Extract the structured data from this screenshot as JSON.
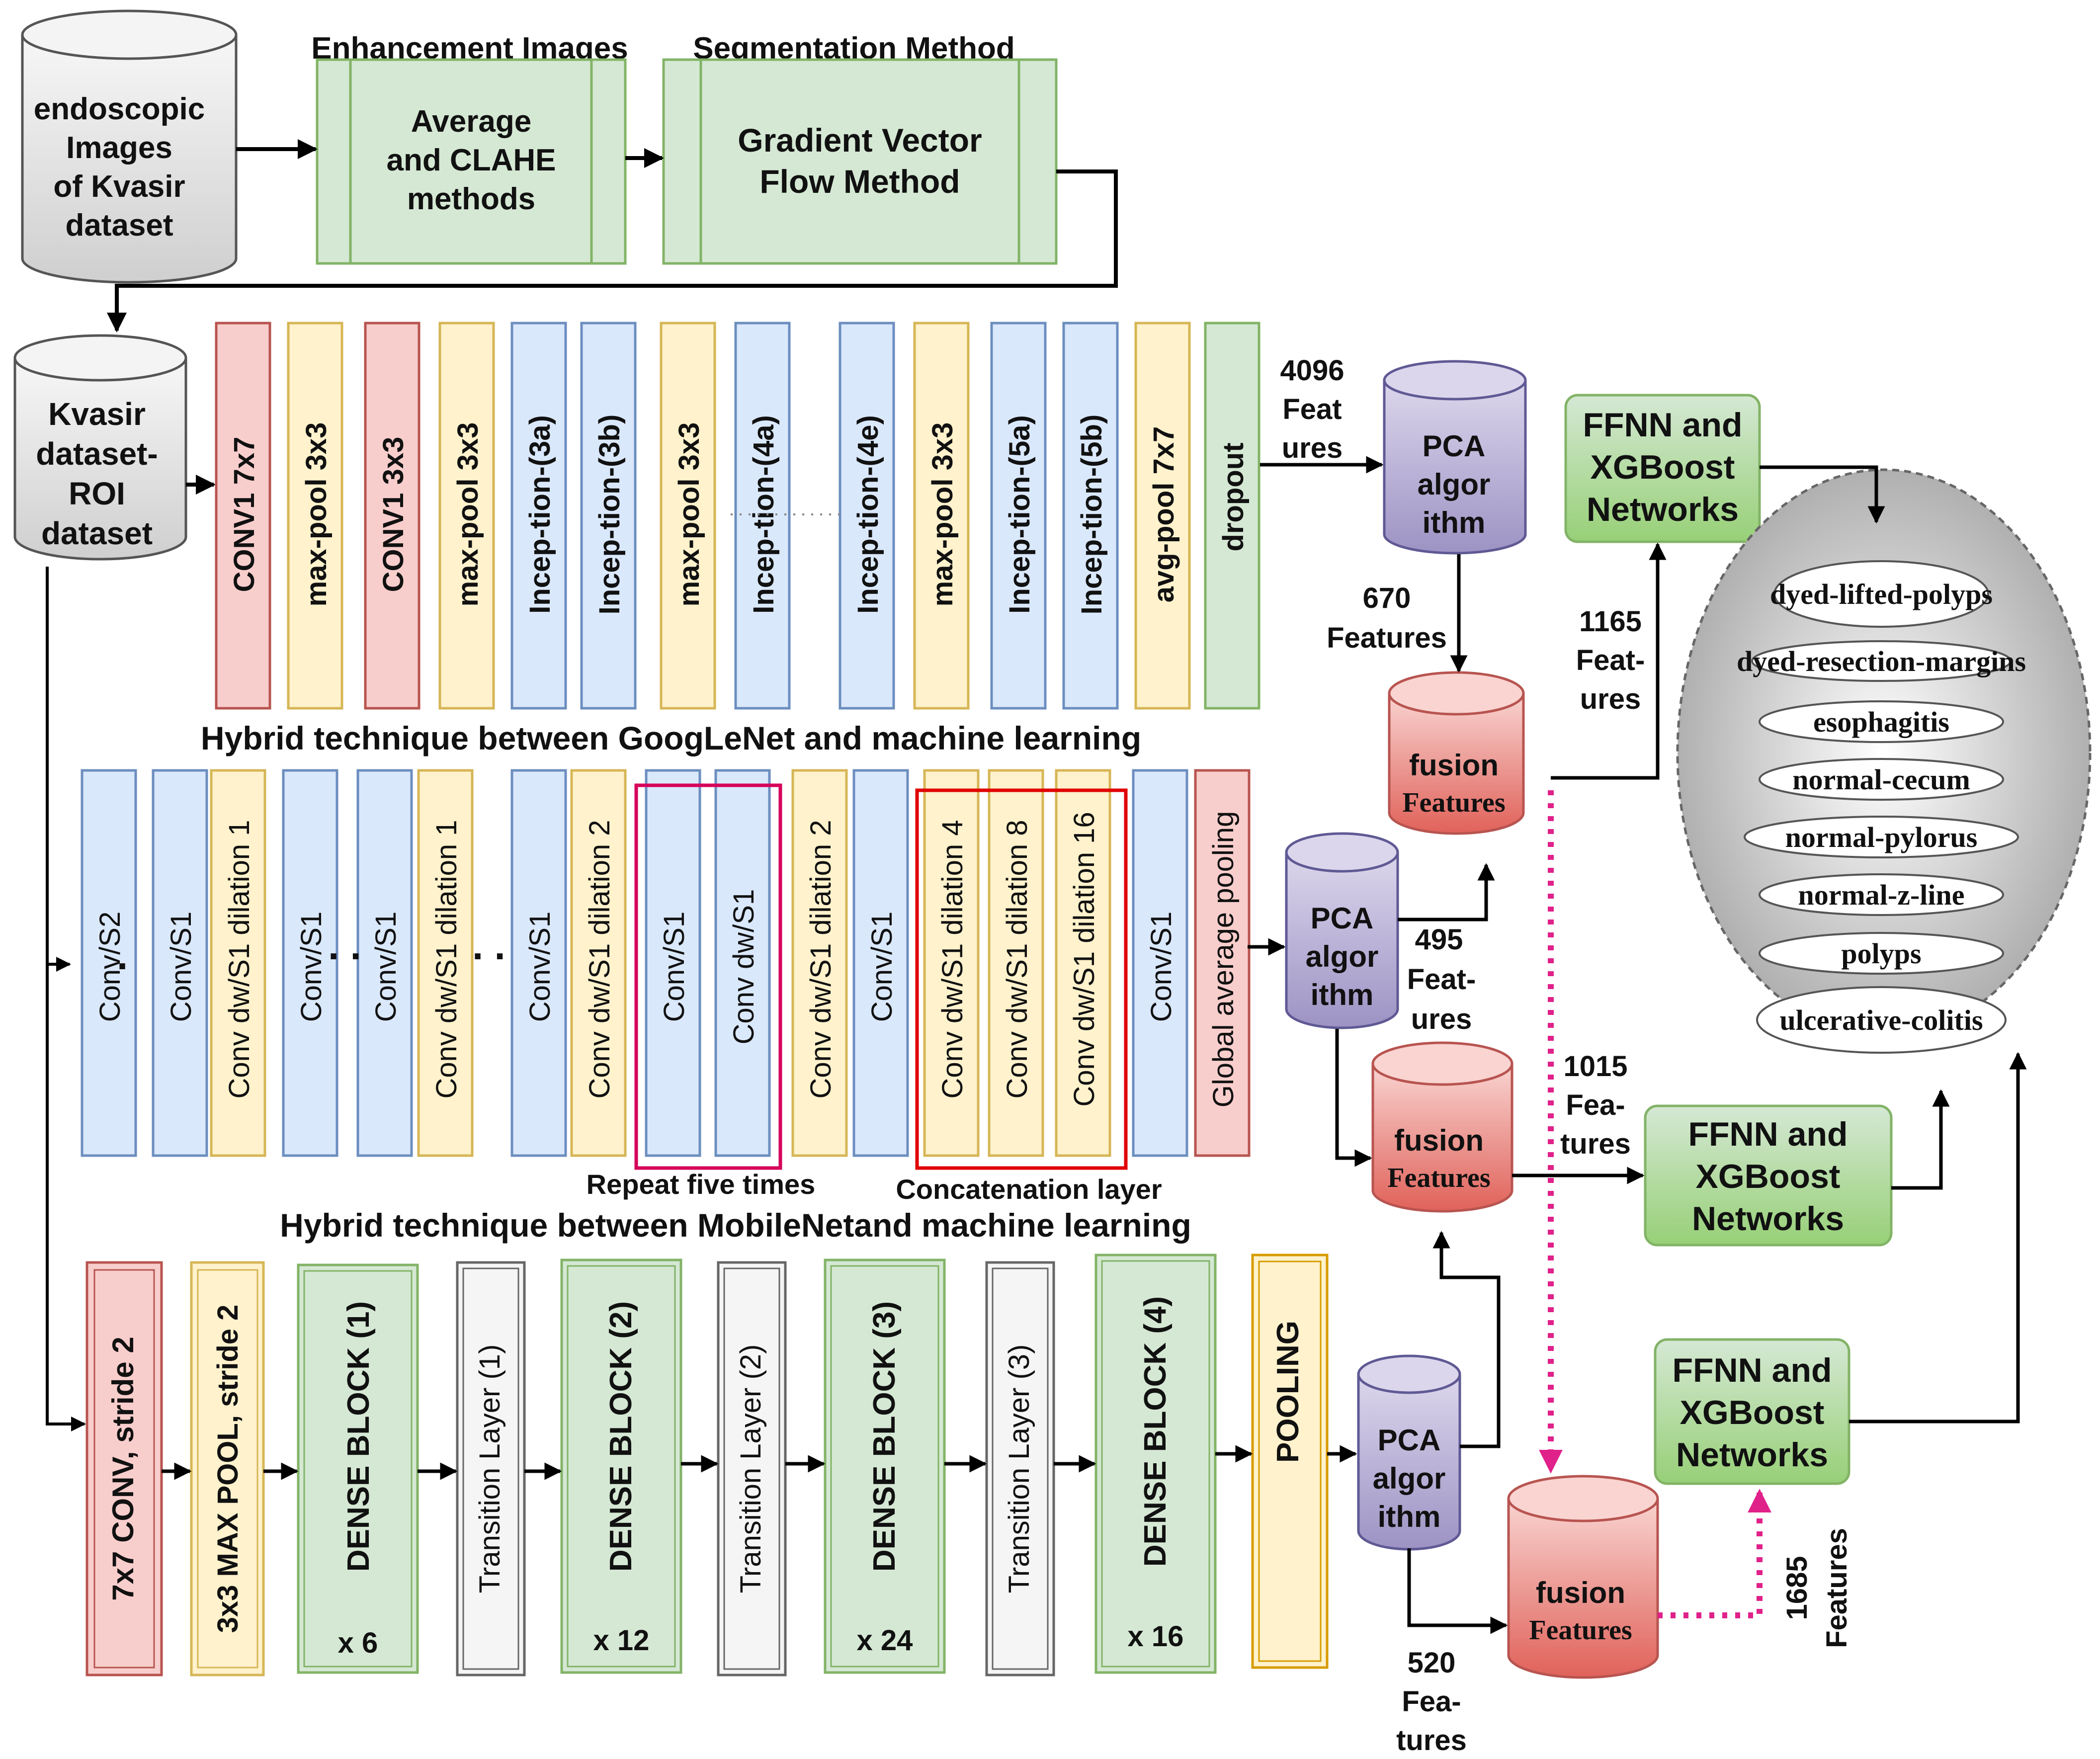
{
  "input": {
    "line1": "endoscopic",
    "line2": "Images",
    "line3": "of Kvasir",
    "line4": "dataset"
  },
  "enhancement": {
    "title": "Enhancement Images",
    "line1": "Average",
    "line2": "and CLAHE",
    "line3": "methods"
  },
  "segmentation": {
    "title": "Segmentation Method",
    "line1": "Gradient Vector",
    "line2": "Flow  Method"
  },
  "roi": {
    "line1": "Kvasir",
    "line2": "dataset-",
    "line3": "ROI",
    "line4": "dataset"
  },
  "googlenet": {
    "layers": [
      "CONV1 7x7",
      "max-pool 3x3",
      "CONV1 3x3",
      "max-pool 3x3",
      "Incep-tion-(3a)",
      "Incep-tion-(3b)",
      "max-pool 3x3",
      "Incep-tion-(4a)",
      "Incep-tion-(4e)",
      "max-pool 3x3",
      "Incep-tion-(5a)",
      "Incep-tion-(5b)",
      "avg-pool 7x7",
      "dropout"
    ],
    "caption": "Hybrid technique between GoogLeNet and machine learning"
  },
  "mobilenet": {
    "layers": [
      "Conv/S2",
      "Conv/S1",
      "Conv dw/S1 dilation 1",
      "Conv/S1",
      "Conv/S1",
      "Conv dw/S1 dilation 1",
      "Conv/S1",
      "Conv dw/S1 dilation 2",
      "Conv/S1",
      "Conv dw/S1",
      "Conv dw/S1 dilation 2",
      "Conv/S1",
      "Conv dw/S1 dilation 4",
      "Conv dw/S1 dilation 8",
      "Conv dw/S1 dilation 16",
      "Conv/S1",
      "Global average pooling"
    ],
    "repeat_label": "Repeat five times",
    "concat_label": "Concatenation layer",
    "caption": "Hybrid technique between MobileNetand machine learning"
  },
  "densenet": {
    "conv": "7x7 CONV, stride 2",
    "maxpool": "3x3 MAX POOL, stride 2",
    "dense1": "DENSE BLOCK (1)",
    "dense1_mult": "x 6",
    "trans1": "Transition Layer (1)",
    "dense2": "DENSE BLOCK (2)",
    "dense2_mult": "x 12",
    "trans2": "Transition Layer (2)",
    "dense3": "DENSE BLOCK (3)",
    "dense3_mult": "x 24",
    "trans3": "Transition Layer (3)",
    "dense4": "DENSE BLOCK (4)",
    "dense4_mult": "x 16",
    "pooling": "POOLING"
  },
  "pca": {
    "line1": "PCA",
    "line2": "algor",
    "line3": "ithm"
  },
  "fusion": {
    "line1": "fusion",
    "line2": "Features"
  },
  "classifier": {
    "line1": "FFNN and",
    "line2": "XGBoost",
    "line3": "Networks"
  },
  "feature_counts": {
    "f4096": [
      "4096",
      "Feat",
      "ures"
    ],
    "f670": [
      "670",
      "Features"
    ],
    "f1165": [
      "1165",
      "Feat-",
      "ures"
    ],
    "f495": [
      "495",
      "Feat-",
      "ures"
    ],
    "f1015": [
      "1015",
      "Fea-",
      "tures"
    ],
    "f520": [
      "520",
      "Fea-",
      "tures"
    ],
    "f1685": [
      "1685",
      "Features"
    ]
  },
  "classes": [
    "dyed-lifted-polyps",
    "dyed-resection-margins",
    "esophagitis",
    "normal-cecum",
    "normal-pylorus",
    "normal-z-line",
    "polyps",
    "ulcerative-colitis"
  ],
  "colors": {
    "red_fill": "#f8cecc",
    "red_stroke": "#b85450",
    "yellow_fill": "#fff2cc",
    "yellow_stroke": "#d6b656",
    "blue_fill": "#dae8fc",
    "blue_stroke": "#6c8ebf",
    "green_fill": "#d5e8d4",
    "green_stroke": "#82b366",
    "pink_accent": "#e0218a"
  }
}
